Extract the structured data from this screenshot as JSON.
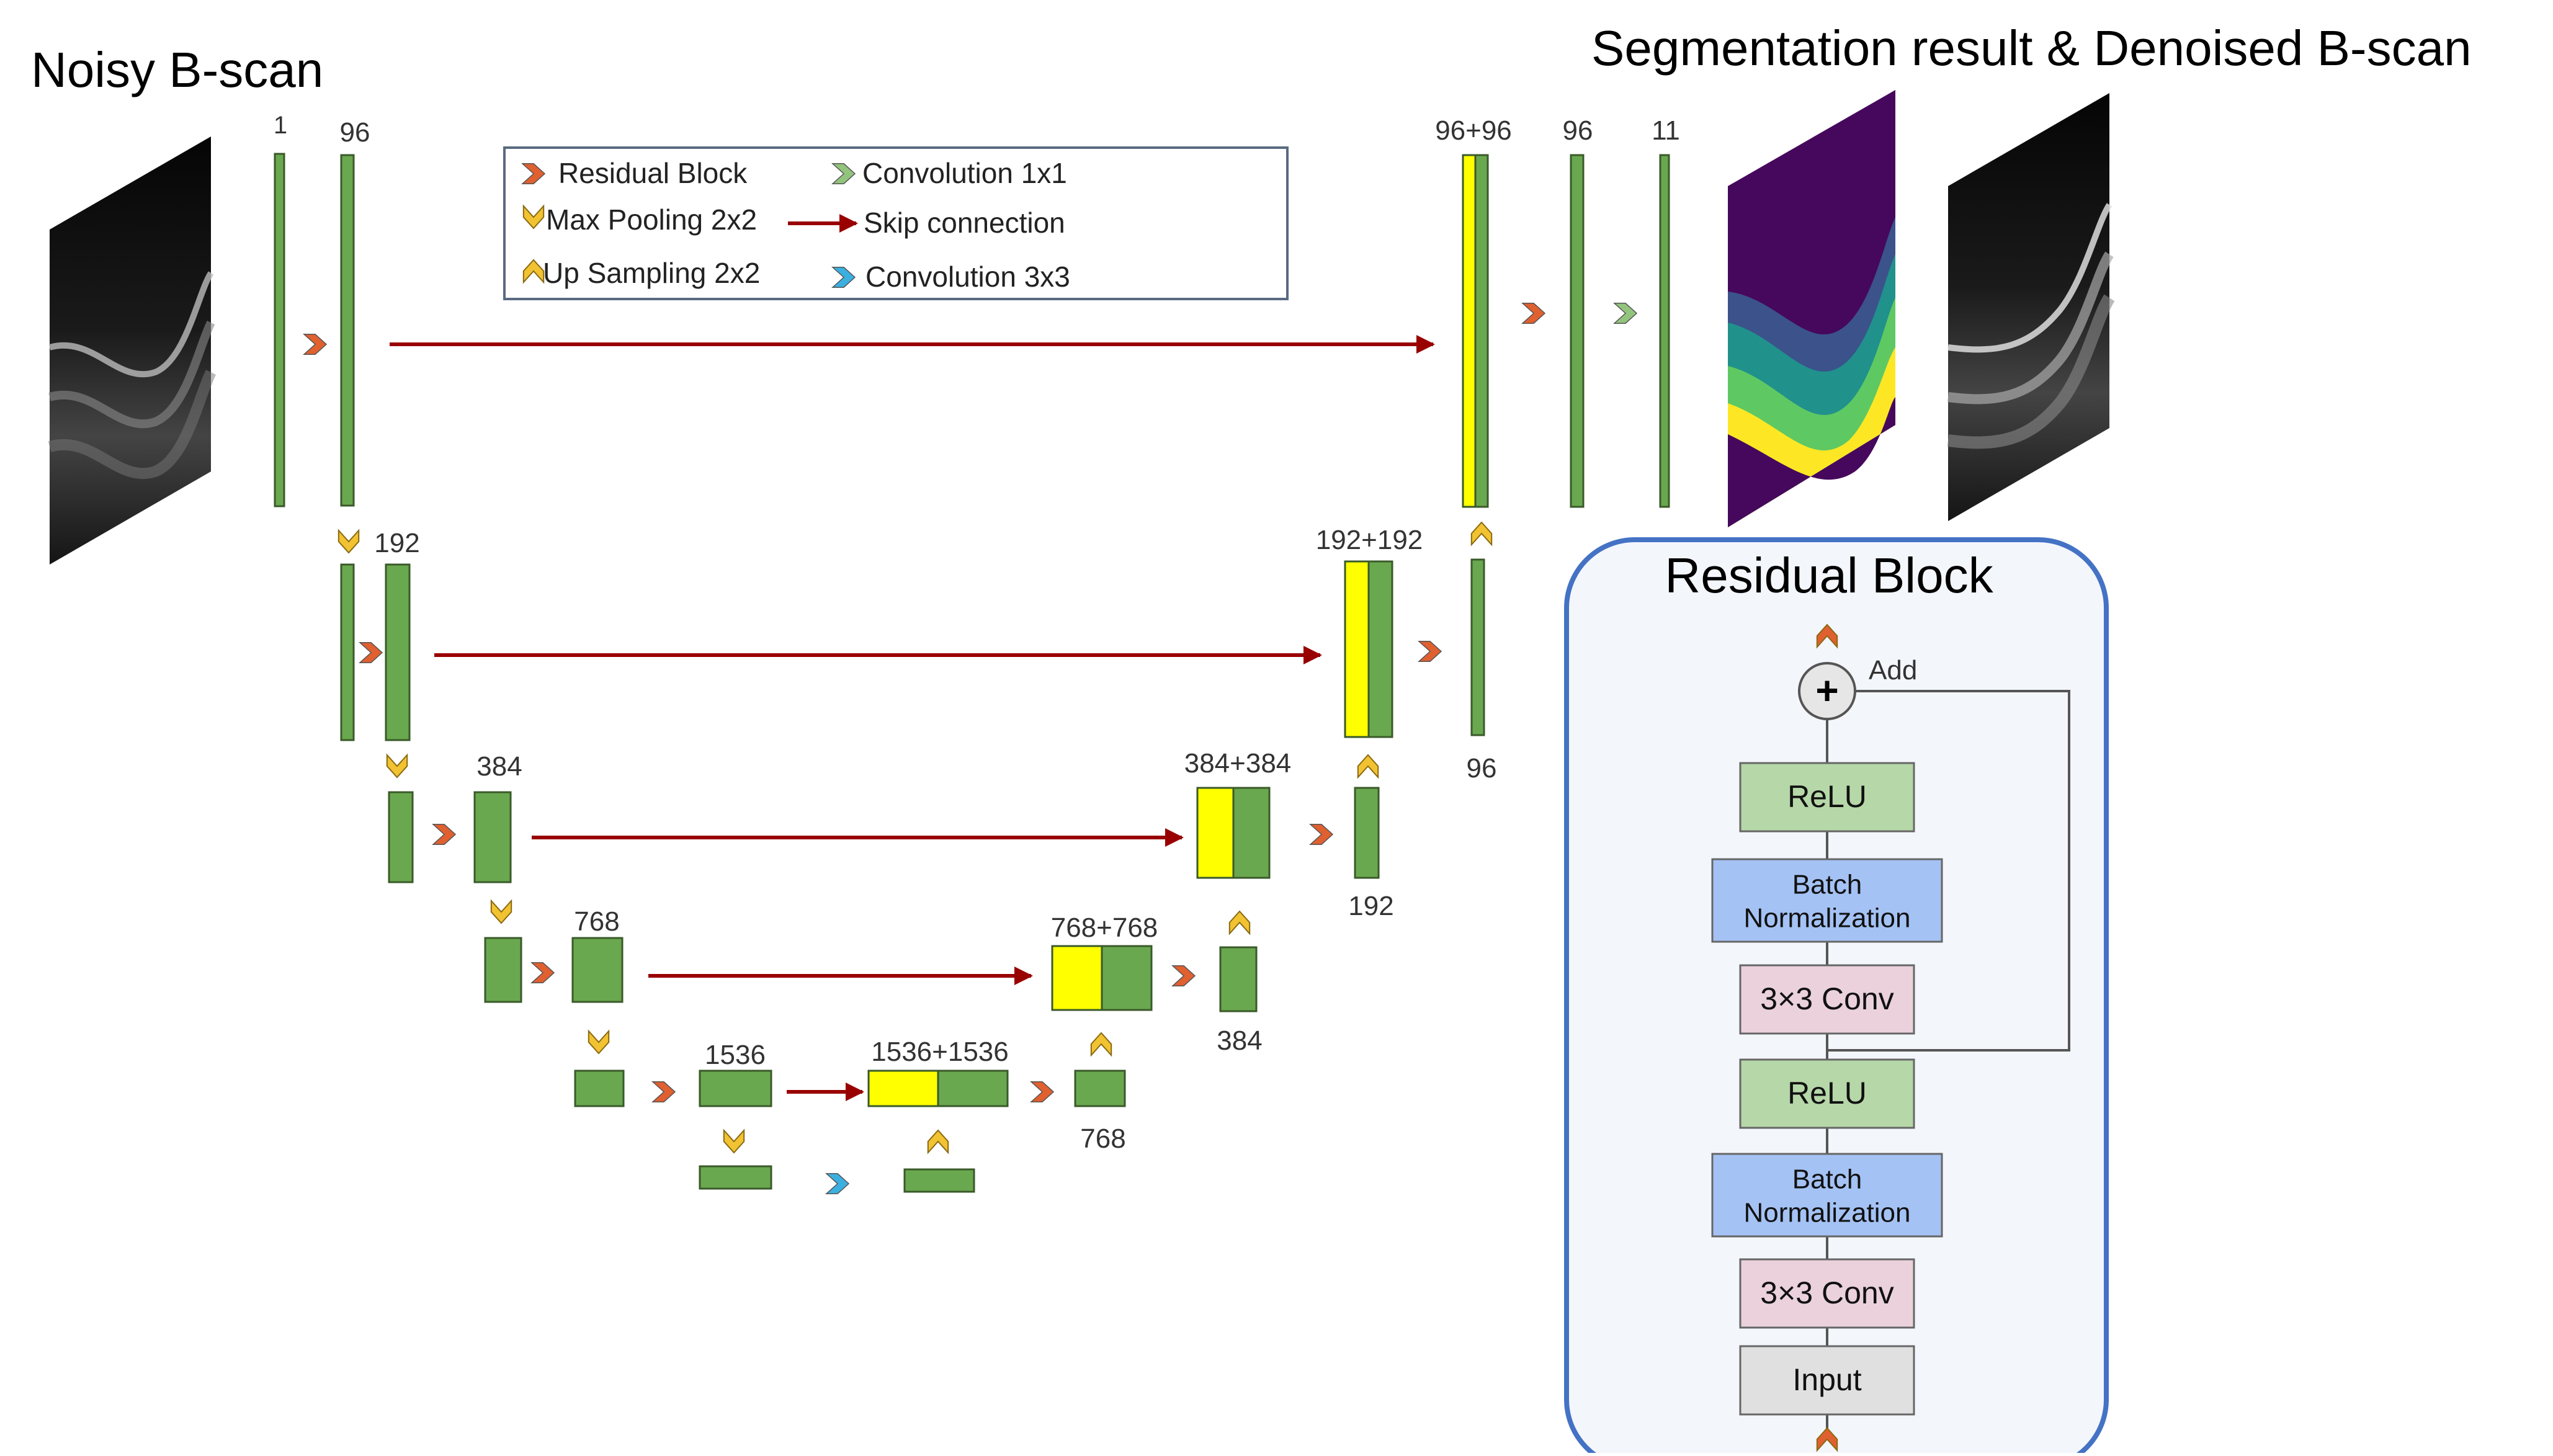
{
  "titles": {
    "input": "Noisy B-scan",
    "output": "Segmentation result & Denoised B-scan"
  },
  "encoder_labels": {
    "l0_in": "1",
    "l0": "96",
    "l1": "192",
    "l2": "384",
    "l3": "768",
    "l4": "1536"
  },
  "decoder_labels": {
    "d4_concat": "1536+1536",
    "d4_out": "768",
    "d3_concat": "768+768",
    "d3_out": "384",
    "d2_concat": "384+384",
    "d2_out": "192",
    "d1_concat": "192+192",
    "d1_out": "96",
    "d0_concat": "96+96",
    "d0_mid": "96",
    "d0_out": "11"
  },
  "legend": {
    "residual_block": "Residual Block",
    "max_pooling": "Max Pooling 2x2",
    "up_sampling": "Up Sampling 2x2",
    "conv1x1": "Convolution 1x1",
    "skip_connection": "Skip connection",
    "conv3x3": "Convolution 3x3"
  },
  "residual_block": {
    "title": "Residual Block",
    "add_label": "Add",
    "add_symbol": "+",
    "layers_top_to_bottom": [
      [
        "ReLU"
      ],
      [
        "Batch",
        "Normalization"
      ],
      [
        "3×3 Conv"
      ],
      [
        "ReLU"
      ],
      [
        "Batch",
        "Normalization"
      ],
      [
        "3×3 Conv"
      ],
      [
        "Input"
      ]
    ]
  },
  "colors": {
    "feature_map": "#6aa84f",
    "concat_map": "#ffff00",
    "skip_arrow": "#990000",
    "residual_icon": "#e06030",
    "pool_icon": "#f1c232",
    "conv1x1_icon": "#93c47d",
    "conv3x3_icon": "#3bb0e0",
    "relu": "#b6d7a8",
    "batchnorm": "#a4c2f4",
    "conv": "#ead1dc",
    "input": "#e0e0e0",
    "panel_border": "#4472c4",
    "segmentation_bg": "#46085c"
  }
}
